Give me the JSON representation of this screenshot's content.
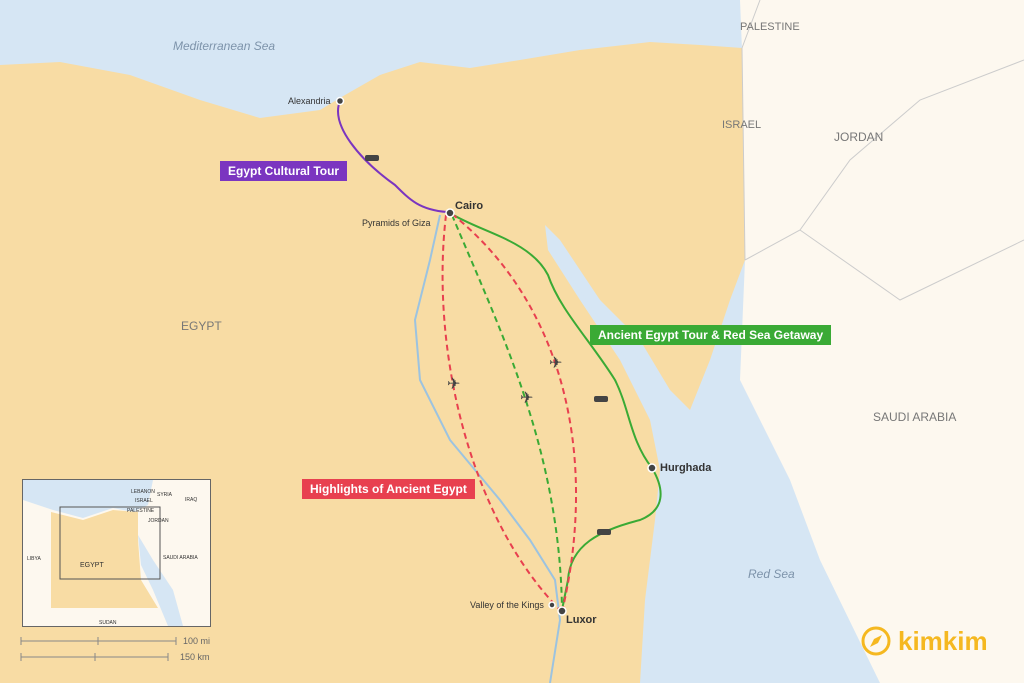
{
  "seas": {
    "med": "Mediterranean Sea",
    "red": "Red Sea"
  },
  "countries": {
    "egypt": "EGYPT",
    "palestine": "PALESTINE",
    "israel": "ISRAEL",
    "jordan": "JORDAN",
    "saudi": "SAUDI ARABIA"
  },
  "cities": {
    "alexandria": "Alexandria",
    "cairo": "Cairo",
    "giza": "Pyramids of Giza",
    "hurghada": "Hurghada",
    "valley": "Valley of the Kings",
    "luxor": "Luxor"
  },
  "routes": {
    "cultural": "Egypt Cultural Tour",
    "redsea": "Ancient Egypt Tour & Red Sea Getaway",
    "highlights": "Highlights of Ancient Egypt"
  },
  "colors": {
    "cultural": "#7b35c0",
    "redsea": "#3aaa35",
    "highlights": "#e8404f",
    "land": "#f8dca4",
    "sea": "#d6e6f4",
    "other": "#fdf8ef"
  },
  "inset": {
    "lebanon": "LEBANON",
    "syria": "SYRIA",
    "iraq": "IRAQ",
    "israel": "ISRAEL",
    "palestine": "PALESTINE",
    "jordan": "JORDAN",
    "libya": "LIBYA",
    "egypt": "EGYPT",
    "saudi": "SAUDI ARABIA",
    "sudan": "SUDAN"
  },
  "scale": {
    "mi": "100 mi",
    "km": "150 km"
  },
  "logo": "kimkim"
}
